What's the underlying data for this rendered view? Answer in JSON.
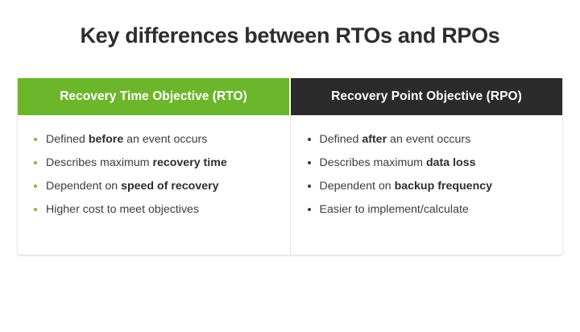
{
  "slide": {
    "title": "Key differences between RTOs and RPOs",
    "background_color": "#ffffff",
    "title_color": "#2e2e2e"
  },
  "table": {
    "columns": [
      {
        "id": "rto",
        "header": "Recovery Time Objective (RTO)",
        "header_bg": "#6cb62c",
        "header_text_color": "#ffffff",
        "bullet_color": "#7fb542",
        "items": [
          {
            "lead": "Defined ",
            "strong": "before",
            "tail": " an event occurs"
          },
          {
            "lead": "Describes maximum ",
            "strong": "recovery time",
            "tail": ""
          },
          {
            "lead": "Dependent on ",
            "strong": "speed of recovery",
            "tail": ""
          },
          {
            "lead": "Higher cost to meet objectives",
            "strong": "",
            "tail": ""
          }
        ]
      },
      {
        "id": "rpo",
        "header": "Recovery Point Objective (RPO)",
        "header_bg": "#2b2b2b",
        "header_text_color": "#ffffff",
        "bullet_color": "#3a3a3a",
        "items": [
          {
            "lead": "Defined ",
            "strong": "after",
            "tail": " an event occurs"
          },
          {
            "lead": "Describes maximum ",
            "strong": "data loss",
            "tail": ""
          },
          {
            "lead": "Dependent on ",
            "strong": "backup frequency",
            "tail": ""
          },
          {
            "lead": "Easier to implement/calculate",
            "strong": "",
            "tail": ""
          }
        ]
      }
    ]
  }
}
